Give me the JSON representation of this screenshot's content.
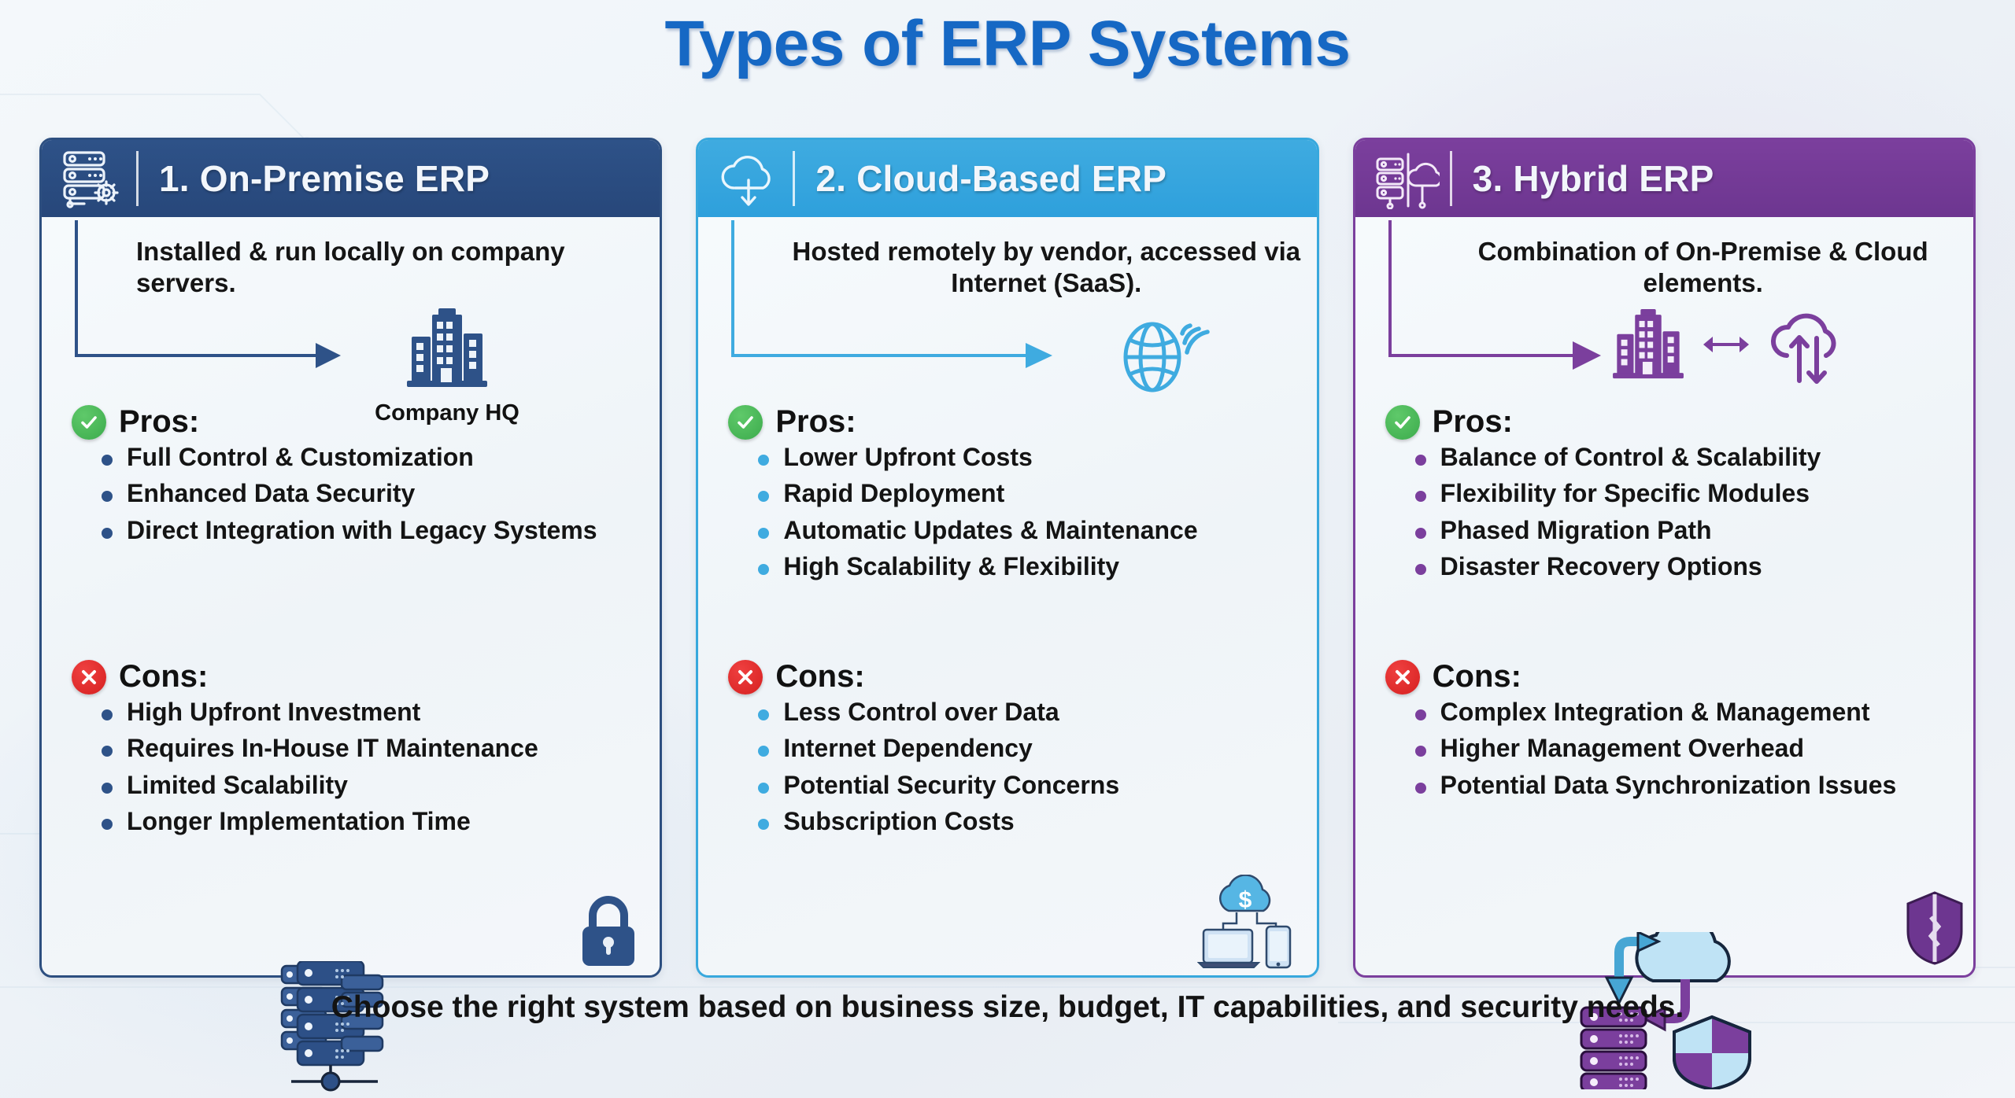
{
  "page": {
    "title": "Types of ERP Systems",
    "title_color": "#1668c4",
    "background_color": "#eef3f8",
    "footer": "Choose the right system based on business size, budget, IT capabilities, and security needs."
  },
  "labels": {
    "pros": "Pros:",
    "cons": "Cons:"
  },
  "cards": [
    {
      "id": "on-premise",
      "number": "1.",
      "title": "1. On-Premise ERP",
      "header_color": "#2e5288",
      "accent_color": "#2e5288",
      "header_icon": "server-gear-icon",
      "description": "Installed & run locally on company servers.",
      "diagram_icon": "office-building-icon",
      "diagram_label": "Company HQ",
      "corner_icon": "padlock-icon",
      "pros": [
        "Full Control & Customization",
        "Enhanced Data Security",
        "Direct Integration with Legacy Systems"
      ],
      "cons": [
        "High Upfront Investment",
        "Requires In-House IT Maintenance",
        "Limited Scalability",
        "Longer Implementation Time"
      ]
    },
    {
      "id": "cloud-based",
      "number": "2.",
      "title": "2. Cloud-Based ERP",
      "header_color": "#3fabe0",
      "accent_color": "#3fabe0",
      "header_icon": "cloud-download-icon",
      "description": "Hosted remotely by vendor, accessed via Internet (SaaS).",
      "diagram_icon": "globe-wifi-icon",
      "diagram_label": "",
      "corner_icon": "cloud-dollar-devices-icon",
      "pros": [
        "Lower Upfront Costs",
        "Rapid Deployment",
        "Automatic Updates & Maintenance",
        "High Scalability & Flexibility"
      ],
      "cons": [
        "Less Control over Data",
        "Internet Dependency",
        "Potential Security Concerns",
        "Subscription Costs"
      ]
    },
    {
      "id": "hybrid",
      "number": "3.",
      "title": "3. Hybrid ERP",
      "header_color": "#7b3f9d",
      "accent_color": "#7b3f9d",
      "header_icon": "server-cloud-icon",
      "description": "Combination of On-Premise & Cloud elements.",
      "diagram_icon": "building-sync-cloud-icon",
      "diagram_label": "",
      "corner_icon": "split-shield-icon",
      "pros": [
        "Balance of Control & Scalability",
        "Flexibility for Specific Modules",
        "Phased Migration Path",
        "Disaster Recovery Options"
      ],
      "cons": [
        "Complex Integration & Management",
        "Higher Management Overhead",
        "Potential Data Synchronization Issues"
      ]
    }
  ],
  "decorations": {
    "bottom_left_icon": "blue-server-rack-icon",
    "bottom_right_icon": "purple-server-cloud-shield-icon"
  }
}
